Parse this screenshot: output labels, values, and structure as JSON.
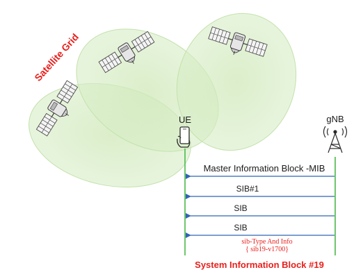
{
  "diagram": {
    "grid_label": "Satellite Grid",
    "ue_label": "UE",
    "gnb_label": "gNB",
    "messages": [
      "Master Information Block -MIB",
      "SIB#1",
      "SIB",
      "SIB"
    ],
    "note_line1": "sib-Type And Info",
    "note_line2": "{ sib19-v1700}",
    "footer": "System Information Block #19",
    "colors": {
      "coverage_fill": "#d4ebc0",
      "coverage_edge": "#c3e2aa",
      "ue_line": "#5cc15c",
      "gnb_line": "#5cc15c",
      "arrow": "#2f64b4",
      "accent_red": "#e8201c",
      "text": "#1a1a1a"
    }
  }
}
